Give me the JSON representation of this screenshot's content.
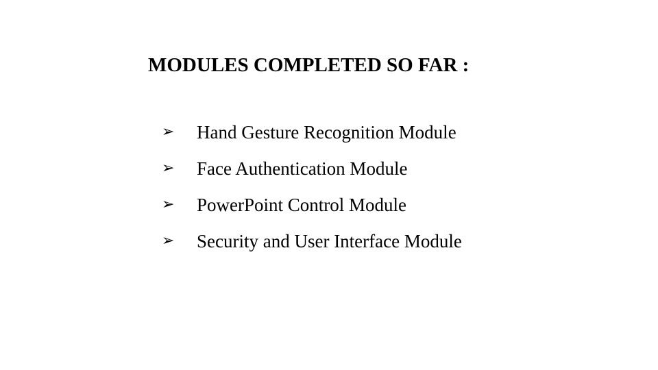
{
  "slide": {
    "title": "MODULES COMPLETED SO FAR :",
    "bullet_glyph": "➢",
    "bullet_icon_name": "arrowhead-bullet-icon",
    "items": [
      {
        "label": "Hand Gesture Recognition Module"
      },
      {
        "label": "Face Authentication Module"
      },
      {
        "label": "PowerPoint Control Module"
      },
      {
        "label": "Security and User Interface Module"
      }
    ]
  },
  "colors": {
    "background": "#ffffff",
    "text": "#000000"
  }
}
